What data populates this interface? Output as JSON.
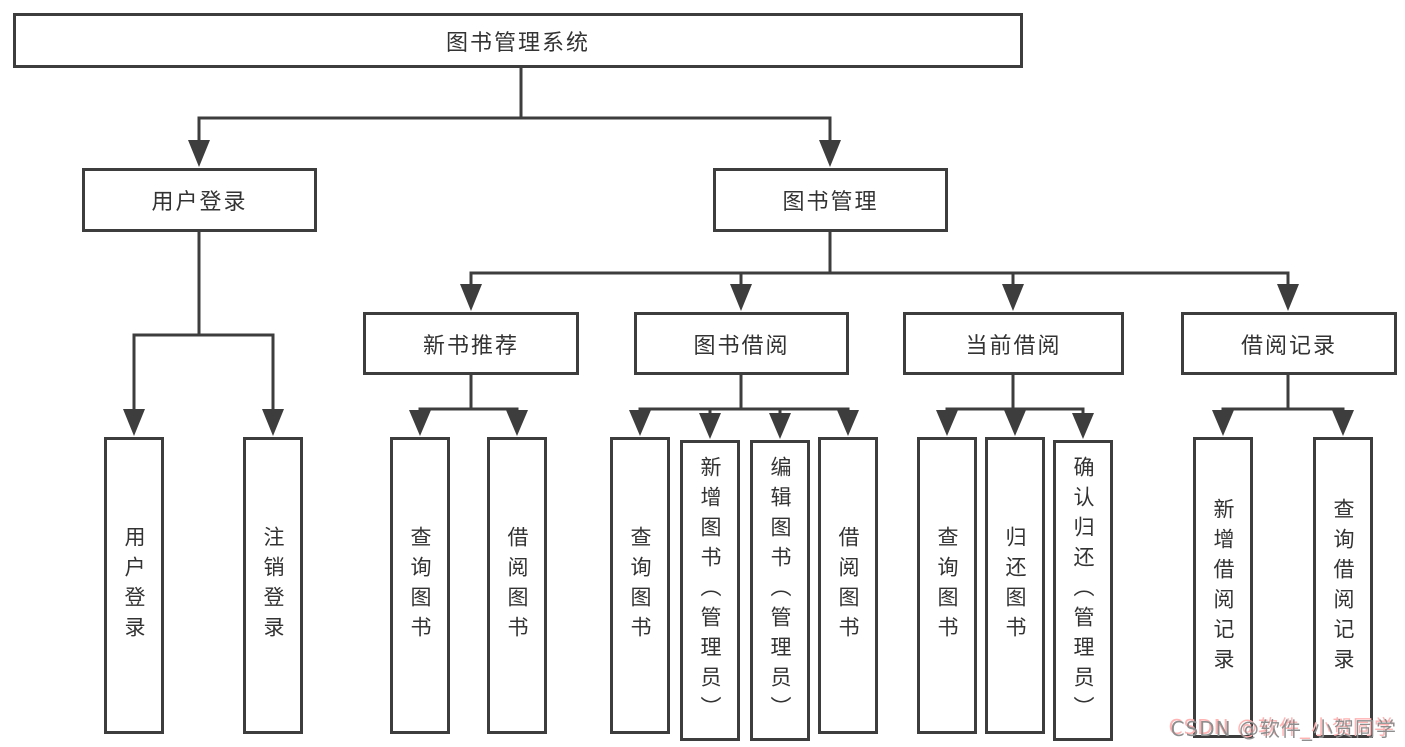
{
  "colors": {
    "line": "#3d3d3d",
    "text": "#333333",
    "wm": "#8e8e8e",
    "wmshadow": "#ffb3b3",
    "bg": "#ffffff"
  },
  "tree": {
    "root": {
      "label": "图书管理系统",
      "children": [
        {
          "label": "用户登录",
          "children": [
            {
              "label": "用户登录"
            },
            {
              "label": "注销登录"
            }
          ]
        },
        {
          "label": "图书管理",
          "children": [
            {
              "label": "新书推荐",
              "children": [
                {
                  "label": "查询图书"
                },
                {
                  "label": "借阅图书"
                }
              ]
            },
            {
              "label": "图书借阅",
              "children": [
                {
                  "label": "查询图书"
                },
                {
                  "label": "新增图书（管理员）"
                },
                {
                  "label": "编辑图书（管理员）"
                },
                {
                  "label": "借阅图书"
                }
              ]
            },
            {
              "label": "当前借阅",
              "children": [
                {
                  "label": "查询图书"
                },
                {
                  "label": "归还图书"
                },
                {
                  "label": "确认归还（管理员）"
                }
              ]
            },
            {
              "label": "借阅记录",
              "children": [
                {
                  "label": "新增借阅记录"
                },
                {
                  "label": "查询借阅记录"
                }
              ]
            }
          ]
        }
      ]
    }
  },
  "watermark": {
    "text": "CSDN @软件_小贺同学"
  }
}
